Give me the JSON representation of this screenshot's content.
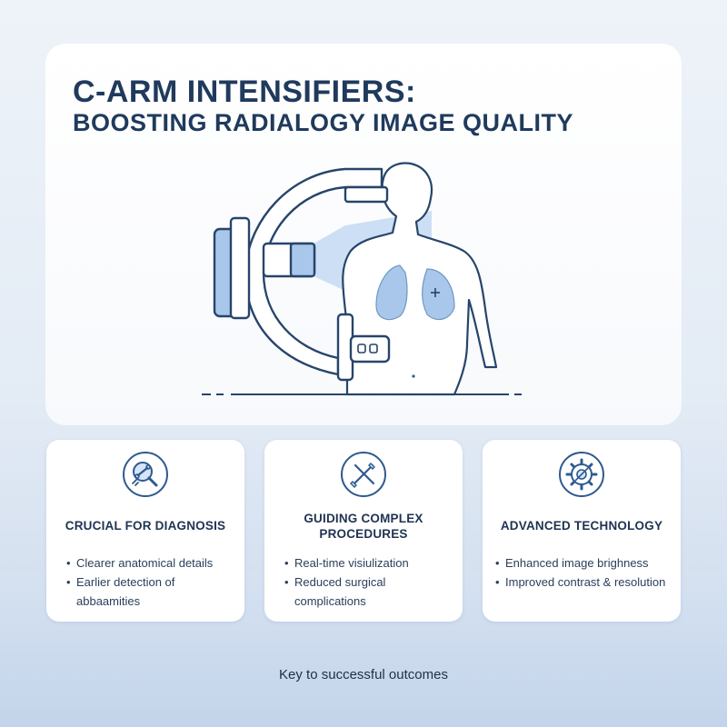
{
  "header": {
    "title_line1": "C-ARM INTENSIFIERS:",
    "title_line2": "BOOSTING RADIALOGY IMAGE QUALITY"
  },
  "illustration": {
    "subject": "c-arm-xray-with-patient-torso",
    "colors": {
      "stroke": "#27456b",
      "accent": "#a9c7ea",
      "beam": "#bcd6f2"
    }
  },
  "cards": [
    {
      "icon": "magnifier-bone-icon",
      "title": "CRUCIAL FOR DIAGNOSIS",
      "bullets": [
        "Clearer anatomical details",
        "Earlier detection of",
        "abbaamities"
      ]
    },
    {
      "icon": "crossed-surgical-tools-icon",
      "title_line1": "GUIDING COMPLEX",
      "title_line2": "PROCEDURES",
      "bullets": [
        "Real-time visiulization",
        "Reduced surgical",
        "complications"
      ]
    },
    {
      "icon": "gear-technology-icon",
      "title": "ADVANCED TECHNOLOGY",
      "bullets": [
        "Enhanced image brighness",
        "Improved contrast & resolution"
      ]
    }
  ],
  "footer": {
    "text": "Key to successful outcomes"
  },
  "colors": {
    "accent": "#2e5a8e",
    "title": "#1f3a5c",
    "background": "#e3ebf5"
  }
}
